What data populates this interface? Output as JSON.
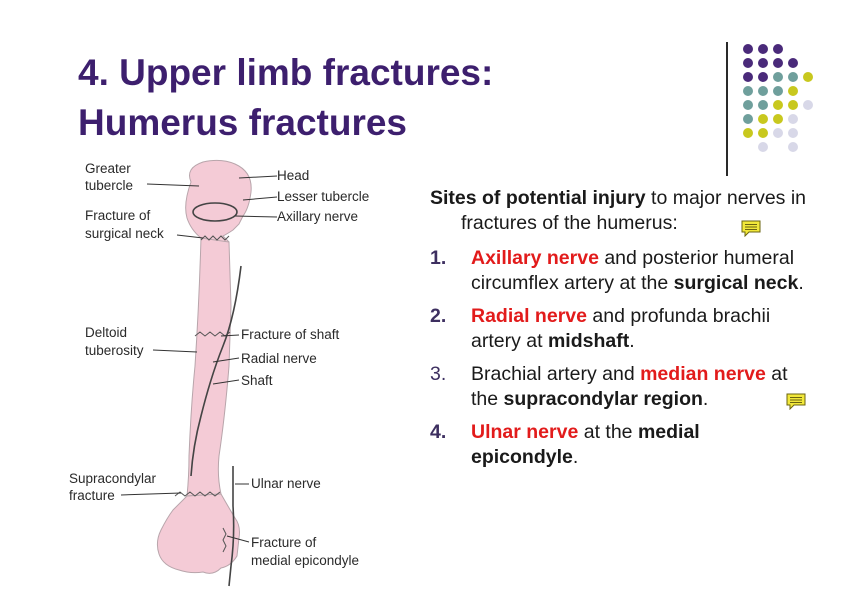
{
  "slide": {
    "title_line1": "4. Upper limb fractures:",
    "title_line2": "Humerus fractures"
  },
  "figure": {
    "labels": {
      "greater_tubercle_1": "Greater",
      "greater_tubercle_2": "tubercle",
      "head": "Head",
      "lesser_tubercle": "Lesser tubercle",
      "axillary_nerve": "Axillary nerve",
      "fracture_surgical_neck_1": "Fracture of",
      "fracture_surgical_neck_2": "surgical neck",
      "deltoid_tuberosity_1": "Deltoid",
      "deltoid_tuberosity_2": "tuberosity",
      "fracture_of_shaft": "Fracture of shaft",
      "radial_nerve": "Radial nerve",
      "shaft": "Shaft",
      "supracondylar_fracture_1": "Supracondylar",
      "supracondylar_fracture_2": "fracture",
      "ulnar_nerve": "Ulnar nerve",
      "fracture_medial_epicondyle_1": "Fracture of",
      "fracture_medial_epicondyle_2": "medial epicondyle"
    }
  },
  "content": {
    "intro_bold": "Sites of potential injury",
    "intro_rest": " to major nerves in fractures of the humerus:",
    "items": [
      {
        "num": "1.",
        "red": "Axillary nerve",
        "t1": " and posterior humeral circumflex artery at the ",
        "b1": "surgical neck",
        "t2": "."
      },
      {
        "num": "2.",
        "red": "Radial nerve",
        "t1": " and profunda brachii artery at ",
        "b1": "midshaft",
        "t2": "."
      },
      {
        "num": "3.",
        "t0": "Brachial artery and ",
        "red": "median nerve",
        "t1": " at the ",
        "b1": "supracondylar region",
        "t2": "."
      },
      {
        "num": "4.",
        "red": "Ulnar nerve",
        "t1": " at the ",
        "b1": "medial epicondyle",
        "t2": "."
      }
    ]
  },
  "colors": {
    "title": "#3d1f6e",
    "highlight": "#e21b1b",
    "bone": "#f4cbd6",
    "dot_purple": "#4a2a7a",
    "dot_teal": "#6f9f9c",
    "dot_yellow": "#c8c81e",
    "dot_lavender": "#d8d8e8",
    "note_icon": "#f2e83a"
  },
  "icons": [
    "note-icon",
    "decorative-dot-grid"
  ]
}
